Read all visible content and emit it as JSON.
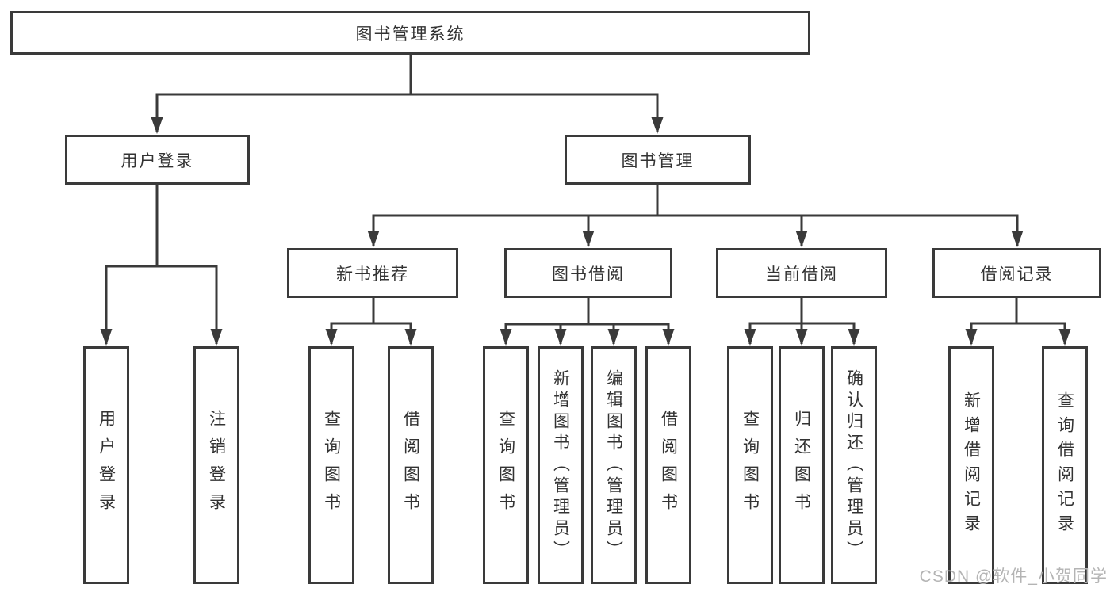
{
  "diagram_type": "hierarchy-tree",
  "colors": {
    "line": "#3a3a3a",
    "text": "#333333",
    "background": "#ffffff",
    "watermark": "#b4b4b4"
  },
  "watermark": {
    "text": "CSDN @软件_小贺同学"
  },
  "tree": {
    "label": "图书管理系统",
    "children": [
      {
        "label": "用户登录",
        "children": [
          {
            "label": "用户登录"
          },
          {
            "label": "注销登录"
          }
        ]
      },
      {
        "label": "图书管理",
        "children": [
          {
            "label": "新书推荐",
            "children": [
              {
                "label": "查询图书"
              },
              {
                "label": "借阅图书"
              }
            ]
          },
          {
            "label": "图书借阅",
            "children": [
              {
                "label": "查询图书"
              },
              {
                "label": "新增图书（管理员）"
              },
              {
                "label": "编辑图书（管理员）"
              },
              {
                "label": "借阅图书"
              }
            ]
          },
          {
            "label": "当前借阅",
            "children": [
              {
                "label": "查询图书"
              },
              {
                "label": "归还图书"
              },
              {
                "label": "确认归还（管理员）"
              }
            ]
          },
          {
            "label": "借阅记录",
            "children": [
              {
                "label": "新增借阅记录"
              },
              {
                "label": "查询借阅记录"
              }
            ]
          }
        ]
      }
    ]
  }
}
